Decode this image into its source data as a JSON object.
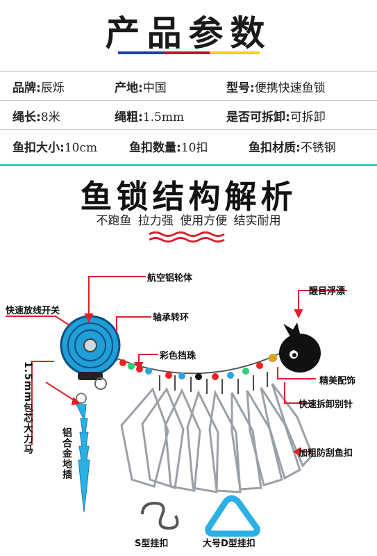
{
  "header": {
    "title": "产品参数"
  },
  "colors": {
    "bar": [
      "#1b3faa",
      "#c4122a",
      "#f2d21c"
    ],
    "accent": "#2fd3c0",
    "arrow": "#e0202a"
  },
  "params": {
    "rows": [
      [
        {
          "k": "品牌:",
          "v": "辰烁"
        },
        {
          "k": "产地:",
          "v": "中国"
        },
        {
          "k": "型号:",
          "v": "便携快速鱼锁"
        }
      ],
      [
        {
          "k": "绳长:",
          "v": "8米"
        },
        {
          "k": "绳粗:",
          "v": "1.5mm"
        },
        {
          "k": "是否可拆卸:",
          "v": "可拆卸"
        }
      ],
      [
        {
          "k": "鱼扣大小:",
          "v": "10cm"
        },
        {
          "k": "鱼扣数量:",
          "v": "10扣"
        },
        {
          "k": "鱼扣材质:",
          "v": "不锈钢"
        }
      ]
    ]
  },
  "section": {
    "title": "鱼锁结构解析",
    "subtitle": "不跑鱼 拉力强 使用方便 结实耐用"
  },
  "labels": {
    "wheel": "航空铝轮体",
    "switch": "快速放线开关",
    "bearing": "轴承转环",
    "beads": "彩色挡珠",
    "float": "醒目浮漂",
    "decor": "精美配饰",
    "pin": "快速拆卸别针",
    "hook": "加粗防刮鱼扣",
    "rope": "1.5mm包芯大力马",
    "stake": "铝合金地插",
    "s_hook": "S型挂扣",
    "d_hook": "大号D型挂扣"
  }
}
